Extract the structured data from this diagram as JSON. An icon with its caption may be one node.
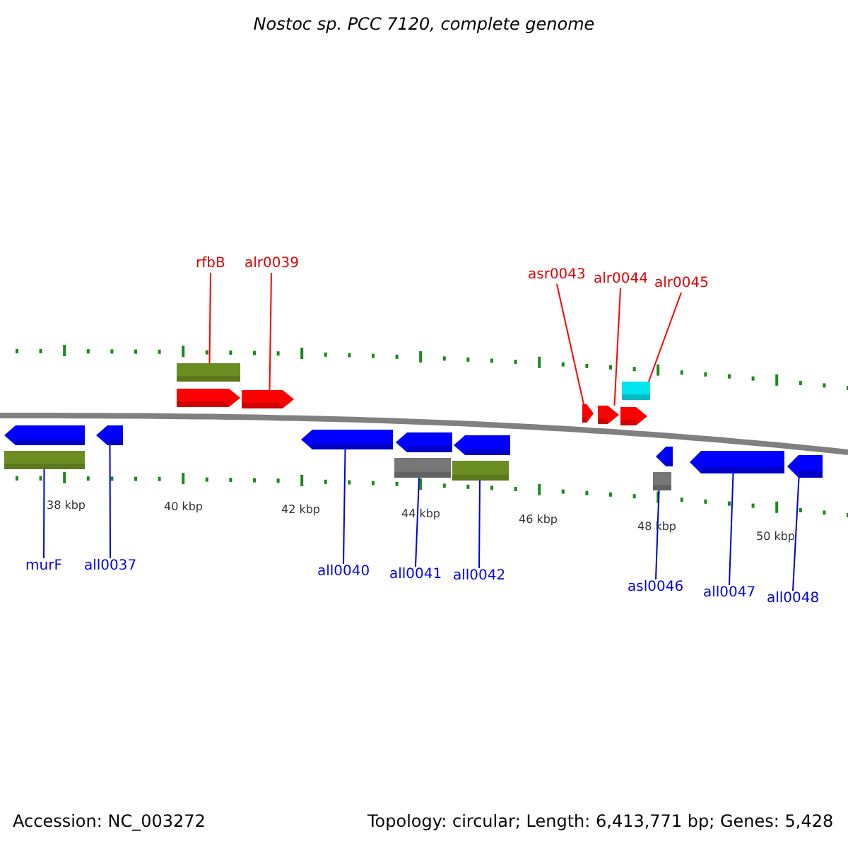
{
  "diagram": {
    "title": "Nostoc sp. PCC 7120, complete genome",
    "nodes": [
      {
        "text": [
          "rfbB"
        ]
      },
      {
        "text": [
          "alr0039"
        ]
      },
      {
        "text": [
          "asr0043"
        ]
      },
      {
        "text": [
          "alr0044"
        ]
      },
      {
        "text": [
          "alr0045"
        ]
      },
      {
        "text": [
          "murF"
        ]
      },
      {
        "text": [
          "all0037"
        ]
      },
      {
        "text": [
          "all0040"
        ]
      },
      {
        "text": [
          "all0041"
        ]
      },
      {
        "text": [
          "all0042"
        ]
      },
      {
        "text": [
          "asl0046"
        ]
      },
      {
        "text": [
          "all0047"
        ]
      },
      {
        "text": [
          "all0048"
        ]
      },
      {
        "text": [],
        "shape": "box"
      },
      {
        "text": [],
        "shape": "arrow"
      },
      {
        "text": [],
        "shape": "arrow"
      },
      {
        "text": [],
        "shape": "box"
      },
      {
        "text": [],
        "shape": "arrow"
      },
      {
        "text": [],
        "shape": "arrow"
      },
      {
        "text": [],
        "shape": "arrow"
      },
      {
        "text": [],
        "shape": "arrow"
      },
      {
        "text": [],
        "shape": "box"
      },
      {
        "text": [],
        "shape": "arrow"
      },
      {
        "text": [],
        "shape": "arrow"
      },
      {
        "text": [],
        "shape": "arrow"
      },
      {
        "text": [],
        "shape": "box"
      },
      {
        "text": [],
        "shape": "arrow"
      },
      {
        "text": [],
        "shape": "box"
      },
      {
        "text": [],
        "shape": "arrow"
      },
      {
        "text": [],
        "shape": "box"
      },
      {
        "text": [],
        "shape": "arrow"
      },
      {
        "text": [],
        "shape": "arrow"
      }
    ],
    "edges": [
      {
        "from": 0,
        "to": 13,
        "arrow": "none",
        "color": "#ff0000"
      },
      {
        "from": 1,
        "to": 15,
        "arrow": "none",
        "color": "#ff0000"
      },
      {
        "from": 2,
        "to": 17,
        "arrow": "none",
        "color": "#ff0000"
      },
      {
        "from": 3,
        "to": 18,
        "arrow": "none",
        "color": "#ff0000"
      },
      {
        "from": 4,
        "to": 16,
        "arrow": "none",
        "color": "#ff0000"
      },
      {
        "from": 5,
        "to": 21,
        "arrow": "none"
      },
      {
        "from": 6,
        "to": 22,
        "arrow": "none"
      },
      {
        "from": 7,
        "to": 23,
        "arrow": "none"
      },
      {
        "from": 8,
        "to": 25,
        "arrow": "none"
      },
      {
        "from": 9,
        "to": 27,
        "arrow": "none"
      },
      {
        "from": 10,
        "to": 29,
        "arrow": "none"
      },
      {
        "from": 11,
        "to": 30,
        "arrow": "none"
      },
      {
        "from": 12,
        "to": 31,
        "arrow": "none"
      }
    ],
    "labels": [
      "38 kbp",
      "40 kbp",
      "42 kbp",
      "44 kbp",
      "46 kbp",
      "48 kbp",
      "50 kbp",
      "Accession: NC_003272",
      "Topology: circular; Length: 6,413,771 bp; Genes: 5,428"
    ]
  }
}
